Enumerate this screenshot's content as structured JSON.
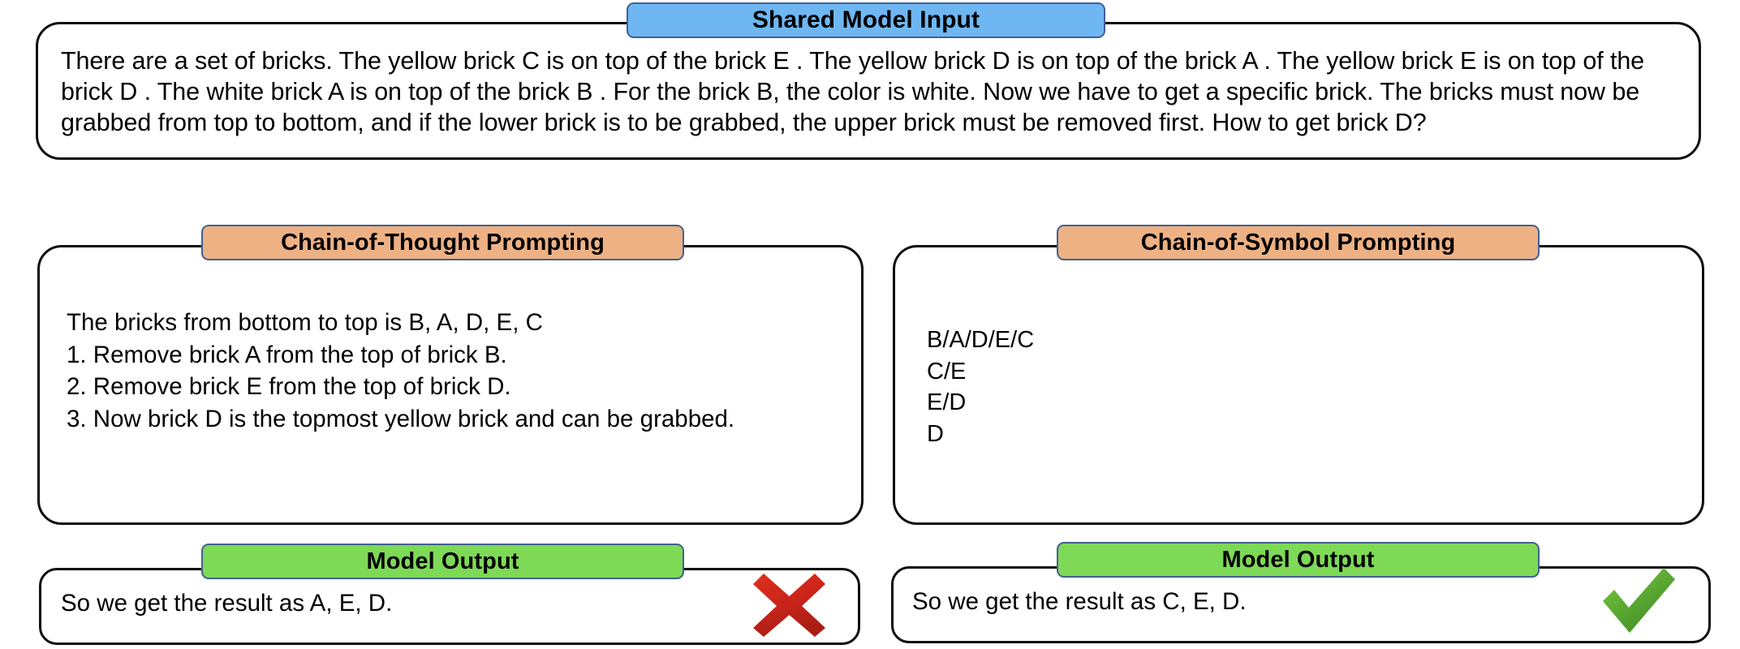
{
  "shared_input": {
    "badge_label": "Shared Model Input",
    "badge_color": "#6fb7f3",
    "text": "There are a set of bricks. The yellow brick C is on top of the brick E . The yellow brick D is on top of the brick A . The yellow brick E is on top of the brick D . The white brick A is on top of the brick B . For the brick B, the color is white. Now we have to get a specific brick. The bricks must now be grabbed from top to bottom, and if the lower brick is to be grabbed, the upper brick must be removed first. How to get brick D?"
  },
  "left_column": {
    "method": {
      "badge_label": "Chain-of-Thought Prompting",
      "badge_color": "#edb184",
      "text": "The bricks from bottom to top is B, A, D, E, C\n1. Remove brick A from the top of brick B.\n2. Remove brick E from the top of brick D.\n3. Now brick D is the topmost yellow brick and can be grabbed."
    },
    "output": {
      "badge_label": "Model Output",
      "badge_color": "#7ed957",
      "text": "So we get the result as A, E, D.",
      "verdict": "incorrect",
      "verdict_icon": "cross-mark-icon",
      "verdict_color": "#cf2a1b"
    }
  },
  "right_column": {
    "method": {
      "badge_label": "Chain-of-Symbol Prompting",
      "badge_color": "#edb184",
      "text": "B/A/D/E/C\nC/E\nE/D\nD"
    },
    "output": {
      "badge_label": "Model Output",
      "badge_color": "#7ed957",
      "text": "So we get the result as C, E, D.",
      "verdict": "correct",
      "verdict_icon": "check-mark-icon",
      "verdict_color": "#4aa82a"
    }
  }
}
